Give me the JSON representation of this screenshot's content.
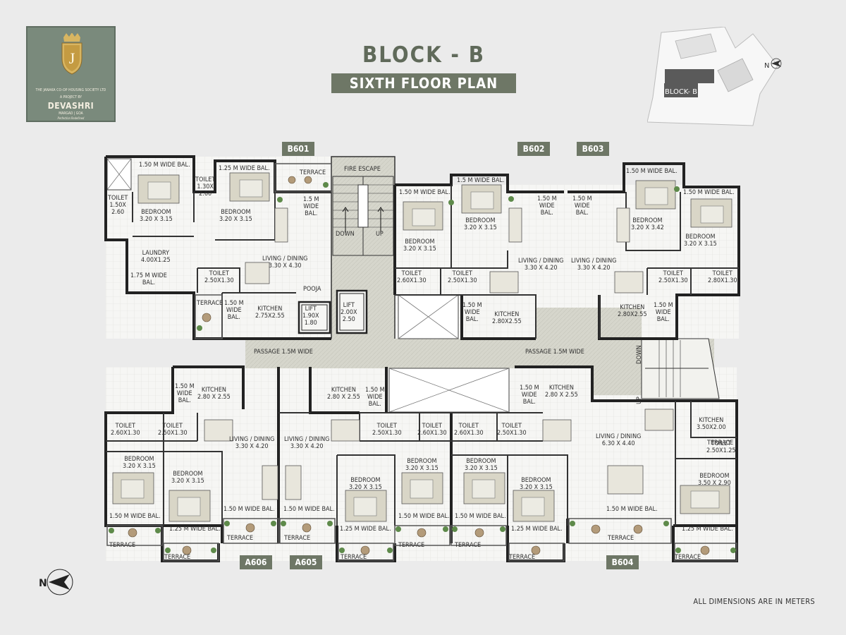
{
  "title": {
    "block": "BLOCK - B",
    "floor": "SIXTH FLOOR PLAN"
  },
  "logo": {
    "letter": "J",
    "society": "THE JANAKA CO-OP HOUSING SOCIETY LTD",
    "project_by": "A PROJECT BY",
    "brand": "DEVASHRI",
    "location": "MARGAO | GOA",
    "tagline": "Perfection Redefined"
  },
  "keyplan": {
    "label": "BLOCK- B",
    "north": "N"
  },
  "compass": {
    "north": "N"
  },
  "footnote": "ALL DIMENSIONS ARE IN METERS",
  "flat_tags": [
    {
      "id": "b601",
      "text": "B601"
    },
    {
      "id": "b602",
      "text": "B602"
    },
    {
      "id": "b603",
      "text": "B603"
    },
    {
      "id": "a606",
      "text": "A606"
    },
    {
      "id": "a605",
      "text": "A605"
    },
    {
      "id": "b604",
      "text": "B604"
    }
  ],
  "labels": [
    {
      "k": "l1",
      "t": "1.50 M WIDE BAL."
    },
    {
      "k": "l2",
      "t": "1.25 M WIDE BAL."
    },
    {
      "k": "l3",
      "t": "TERRACE"
    },
    {
      "k": "l4",
      "t": "FIRE ESCAPE"
    },
    {
      "k": "l5",
      "t": "TOILET\n1.30X\n2.60"
    },
    {
      "k": "l6",
      "t": "TOILET\n1.50X\n2.60"
    },
    {
      "k": "l7",
      "t": "BEDROOM\n3.20 X 3.15"
    },
    {
      "k": "l8",
      "t": "BEDROOM\n3.20 X 3.15"
    },
    {
      "k": "l9",
      "t": "1.5 M\nWIDE\nBAL."
    },
    {
      "k": "l10",
      "t": "DOWN"
    },
    {
      "k": "l11",
      "t": "UP"
    },
    {
      "k": "l12",
      "t": "LAUNDRY\n4.00X1.25"
    },
    {
      "k": "l13",
      "t": "1.75 M WIDE\nBAL."
    },
    {
      "k": "l14",
      "t": "LIVING / DINING\n3.30 X 4.30"
    },
    {
      "k": "l15",
      "t": "TOILET\n2.50X1.30"
    },
    {
      "k": "l16",
      "t": "POOJA"
    },
    {
      "k": "l17",
      "t": "TERRACE"
    },
    {
      "k": "l18",
      "t": "1.50 M\nWIDE\nBAL."
    },
    {
      "k": "l19",
      "t": "KITCHEN\n2.75X2.55"
    },
    {
      "k": "l20",
      "t": "LIFT\n1.90X\n1.80"
    },
    {
      "k": "l21",
      "t": "LIFT\n2.00X\n2.50"
    },
    {
      "k": "l22",
      "t": "1.50 M WIDE BAL."
    },
    {
      "k": "l23",
      "t": "1.5 M WIDE BAL."
    },
    {
      "k": "l24",
      "t": "BEDROOM\n3.20 X 3.15"
    },
    {
      "k": "l25",
      "t": "BEDROOM\n3.20 X 3.15"
    },
    {
      "k": "l26",
      "t": "1.50 M\nWIDE\nBAL."
    },
    {
      "k": "l27",
      "t": "LIVING / DINING\n3.30 X 4.20"
    },
    {
      "k": "l28",
      "t": "TOILET\n2.60X1.30"
    },
    {
      "k": "l29",
      "t": "TOILET\n2.50X1.30"
    },
    {
      "k": "l30",
      "t": "1.50 M\nWIDE\nBAL."
    },
    {
      "k": "l31",
      "t": "KITCHEN\n2.80X2.55"
    },
    {
      "k": "l32",
      "t": "1.50 M\nWIDE\nBAL."
    },
    {
      "k": "l33",
      "t": "LIVING / DINING\n3.30 X 4.20"
    },
    {
      "k": "l34",
      "t": "1.50 M WIDE BAL."
    },
    {
      "k": "l35",
      "t": "BEDROOM\n3.20 X 3.42"
    },
    {
      "k": "l36",
      "t": "1.50 M WIDE BAL."
    },
    {
      "k": "l37",
      "t": "BEDROOM\n3.20 X 3.15"
    },
    {
      "k": "l38",
      "t": "TOILET\n2.50X1.30"
    },
    {
      "k": "l39",
      "t": "TOILET\n2.80X1.30"
    },
    {
      "k": "l40",
      "t": "KITCHEN\n2.80X2.55"
    },
    {
      "k": "l41",
      "t": "1.50 M\nWIDE\nBAL."
    },
    {
      "k": "l42",
      "t": "PASSAGE 1.5M WIDE"
    },
    {
      "k": "l43",
      "t": "PASSAGE 1.5M WIDE"
    },
    {
      "k": "l44",
      "t": "DOWN"
    },
    {
      "k": "l45",
      "t": "UP"
    },
    {
      "k": "l46",
      "t": "1.50 M\nWIDE\nBAL."
    },
    {
      "k": "l47",
      "t": "KITCHEN\n2.80 X 2.55"
    },
    {
      "k": "l48",
      "t": "KITCHEN\n2.80 X 2.55"
    },
    {
      "k": "l49",
      "t": "1.50 M\nWIDE\nBAL."
    },
    {
      "k": "l50",
      "t": "1.50 M\nWIDE\nBAL."
    },
    {
      "k": "l51",
      "t": "KITCHEN\n2.80 X 2.55"
    },
    {
      "k": "l52",
      "t": "TOILET\n2.60X1.30"
    },
    {
      "k": "l53",
      "t": "TOILET\n2.50X1.30"
    },
    {
      "k": "l54",
      "t": "LIVING / DINING\n3.30 X 4.20"
    },
    {
      "k": "l55",
      "t": "LIVING / DINING\n3.30 X 4.20"
    },
    {
      "k": "l56",
      "t": "TOILET\n2.50X1.30"
    },
    {
      "k": "l57",
      "t": "TOILET\n2.60X1.30"
    },
    {
      "k": "l58",
      "t": "TOILET\n2.60X1.30"
    },
    {
      "k": "l59",
      "t": "TOILET\n2.50X1.30"
    },
    {
      "k": "l60",
      "t": "LIVING / DINING\n6.30 X 4.40"
    },
    {
      "k": "l61",
      "t": "KITCHEN\n3.50X2.00"
    },
    {
      "k": "l62",
      "t": "TOILET\n2.50X1.25"
    },
    {
      "k": "l63",
      "t": "BEDROOM\n3.20 X 3.15"
    },
    {
      "k": "l64",
      "t": "BEDROOM\n3.20 X 3.15"
    },
    {
      "k": "l65",
      "t": "BEDROOM\n3.20 X 3.15"
    },
    {
      "k": "l66",
      "t": "BEDROOM\n3.20 X 3.15"
    },
    {
      "k": "l67",
      "t": "BEDROOM\n3.20 X 3.15"
    },
    {
      "k": "l68",
      "t": "BEDROOM\n3.20 X 3.15"
    },
    {
      "k": "l69",
      "t": "BEDROOM\n3.50 X 2.90"
    },
    {
      "k": "l70",
      "t": "1.50 M WIDE BAL."
    },
    {
      "k": "l71",
      "t": "1.25 M WIDE BAL."
    },
    {
      "k": "l72",
      "t": "1.50 M WIDE BAL."
    },
    {
      "k": "l73",
      "t": "1.50 M WIDE BAL."
    },
    {
      "k": "l74",
      "t": "1.25 M WIDE BAL."
    },
    {
      "k": "l75",
      "t": "1.50 M WIDE BAL."
    },
    {
      "k": "l76",
      "t": "1.50 M WIDE BAL."
    },
    {
      "k": "l77",
      "t": "1.25 M WIDE BAL."
    },
    {
      "k": "l78",
      "t": "1.50 M WIDE BAL."
    },
    {
      "k": "l79",
      "t": "1.25 M WIDE BAL."
    },
    {
      "k": "l80",
      "t": "TERRACE"
    },
    {
      "k": "l81",
      "t": "TERRACE"
    },
    {
      "k": "l82",
      "t": "TERRACE"
    },
    {
      "k": "l83",
      "t": "TERRACE"
    },
    {
      "k": "l84",
      "t": "TERRACE"
    },
    {
      "k": "l85",
      "t": "TERRACE"
    },
    {
      "k": "l86",
      "t": "TERRACE"
    },
    {
      "k": "l87",
      "t": "TERRACE"
    },
    {
      "k": "l88",
      "t": "TERRACE"
    },
    {
      "k": "l89",
      "t": "TERRACE"
    },
    {
      "k": "l90",
      "t": "TERRACE"
    }
  ]
}
